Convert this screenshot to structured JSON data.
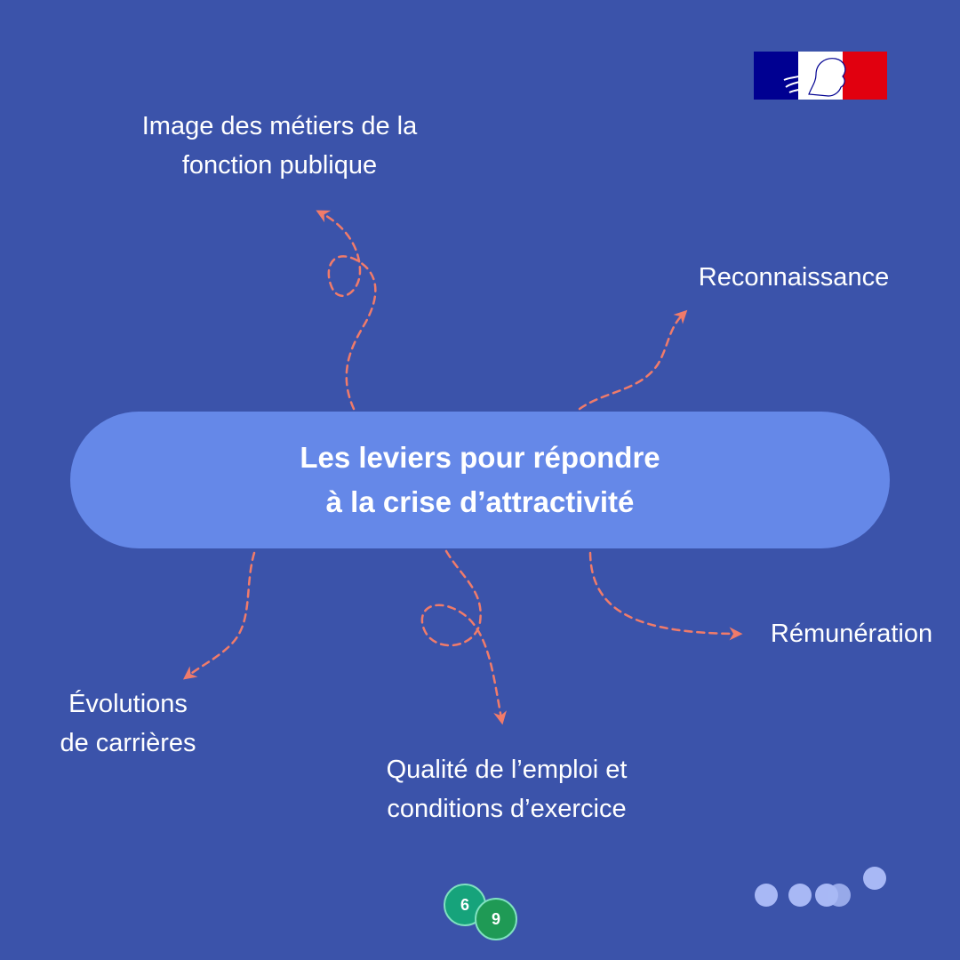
{
  "title": [
    "Les leviers pour répondre",
    "à la crise d’attractivité"
  ],
  "levers": {
    "image": [
      "Image des métiers de la",
      "fonction publique"
    ],
    "reconnaissance": [
      "Reconnaissance"
    ],
    "remuneration": [
      "Rémunération"
    ],
    "qualite": [
      "Qualité de l’emploi et",
      "conditions d’exercice"
    ],
    "evolutions": [
      "Évolutions",
      "de carrières"
    ]
  },
  "badges": [
    "6",
    "9"
  ],
  "colors": {
    "background": "#3b53aa",
    "pill": "#6588e8",
    "arrow": "#f07b6a",
    "flag_blue": "#000091",
    "flag_red": "#e1000f",
    "dots": "#a8b8f5",
    "badge_light": "#16a37b",
    "badge_dark": "#1f9a55"
  },
  "icons": [
    "marianne-flag-logo",
    "dots-logo"
  ]
}
